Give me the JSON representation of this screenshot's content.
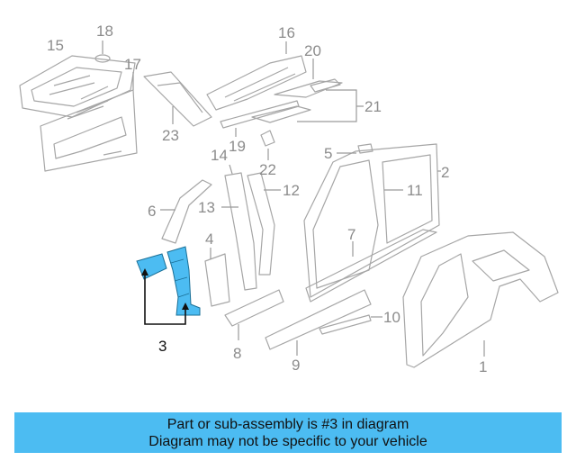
{
  "callouts": {
    "c1": "1",
    "c2": "2",
    "c3": "3",
    "c4": "4",
    "c5": "5",
    "c6": "6",
    "c7": "7",
    "c8": "8",
    "c9": "9",
    "c10": "10",
    "c11": "11",
    "c12": "12",
    "c13": "13",
    "c14": "14",
    "c15": "15",
    "c16": "16",
    "c17": "17",
    "c18": "18",
    "c19": "19",
    "c20": "20",
    "c21": "21",
    "c22": "22",
    "c23": "23"
  },
  "highlight_color": "#4cbcf2",
  "banner": {
    "line1": "Part or sub-assembly is #3 in diagram",
    "line2": "Diagram may not be specific to your vehicle"
  }
}
